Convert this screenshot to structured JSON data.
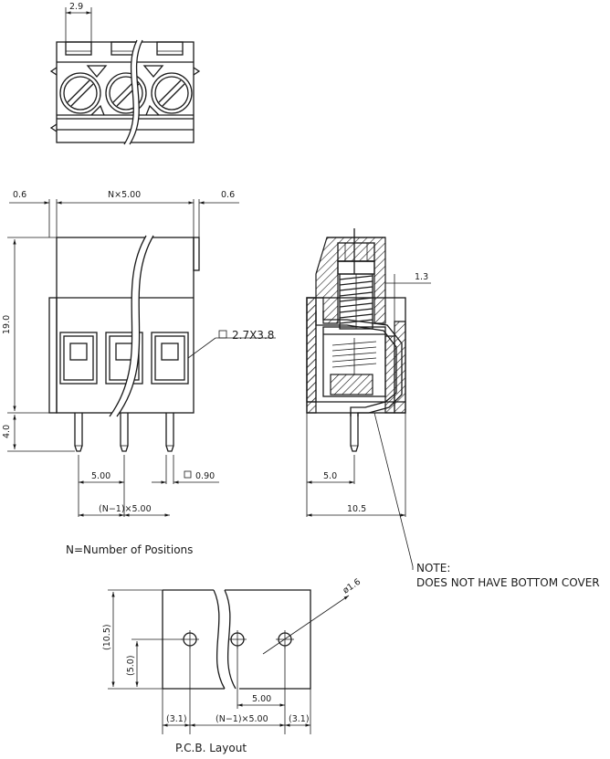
{
  "top_view": {
    "pitch_dim": "2.9"
  },
  "side_view": {
    "left_offset": "0.6",
    "width_formula": "N×5.00",
    "right_offset": "0.6",
    "height": "19.0",
    "pin_length": "4.0",
    "square_label": "2.7X3.8",
    "pitch": "5.00",
    "pin_square": "0.90",
    "pitch_total": "(N−1)×5.00",
    "note_positions": "N=Number of Positions"
  },
  "section_view": {
    "offset": "1.3",
    "half_width": "5.0",
    "width": "10.5",
    "note_title": "NOTE:",
    "note_body": "DOES NOT HAVE BOTTOM COVER"
  },
  "pcb_layout": {
    "hole_dia": "ø1.6",
    "height": "(10.5)",
    "half_height": "(5.0)",
    "pitch": "5.00",
    "left_margin": "(3.1)",
    "pitch_total": "(N−1)×5.00",
    "right_margin": "(3.1)",
    "title": "P.C.B. Layout"
  }
}
